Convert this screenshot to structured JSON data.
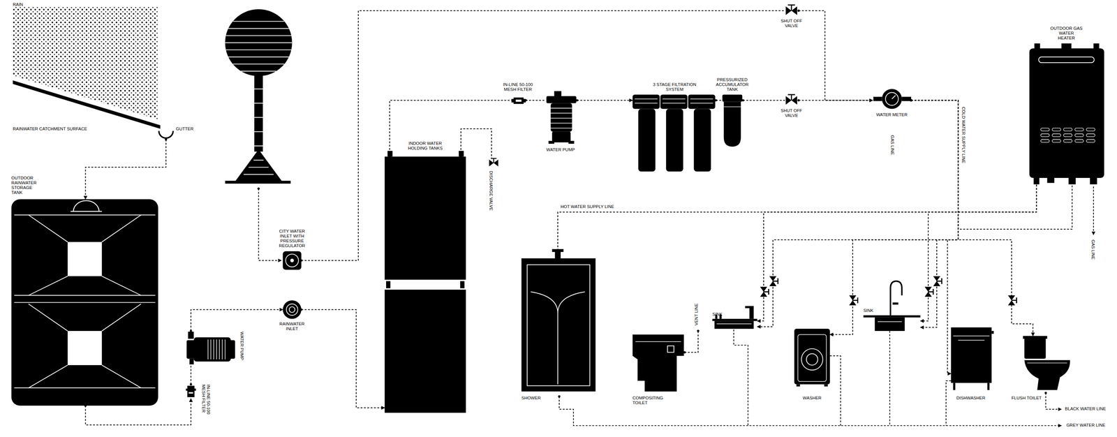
{
  "diagram": {
    "nodes": [
      {
        "text": [
          "GUTTER"
        ]
      },
      {
        "text": [
          "OUTDOOR RAINWATER STORAGE TANK"
        ]
      },
      {
        "text": [
          "IN-LINE 50-100 MESH FILTER"
        ]
      },
      {
        "text": [
          "WATER PUMP"
        ]
      },
      {
        "text": [
          "RAINWATER INLET"
        ]
      },
      {
        "text": [
          "CITY WATER INLET WITH PRESSURE REGULATOR"
        ]
      },
      {
        "text": [
          "INDOOR WATER HOLDING TANKS"
        ]
      },
      {
        "text": [
          "DISCHARGE VALVE"
        ]
      },
      {
        "text": [
          "IN-LINE 50-100 MESH FILTER"
        ]
      },
      {
        "text": [
          "WATER PUMP"
        ]
      },
      {
        "text": [
          "3 STAGE FILTRATION SYSTEM"
        ]
      },
      {
        "text": [
          "PRESSURIZED ACCUMULATOR TANK"
        ]
      },
      {
        "text": [
          "SHUT OFF VALVE"
        ]
      },
      {
        "text": [
          "SHUT OFF VALVE"
        ]
      },
      {
        "text": [
          "WATER METER"
        ]
      },
      {
        "text": [
          "OUTDOOR GAS WATER HEATER"
        ]
      },
      {
        "text": [
          "SHOWER"
        ]
      },
      {
        "text": [
          "COMPOSITING TOILET"
        ]
      },
      {
        "text": [
          "SINK"
        ]
      },
      {
        "text": [
          "WASHER"
        ]
      },
      {
        "text": [
          "SINK"
        ]
      },
      {
        "text": [
          "DISHWASHER"
        ]
      },
      {
        "text": [
          "FLUSH TOILET"
        ]
      }
    ],
    "edges": [
      {
        "from": 0,
        "to": 1,
        "arrow": "to"
      },
      {
        "from": 1,
        "to": 2,
        "arrow": "to"
      },
      {
        "from": 2,
        "to": 3,
        "arrow": "none"
      },
      {
        "from": 3,
        "to": 4,
        "arrow": "to"
      },
      {
        "from": 4,
        "to": 6,
        "arrow": "to"
      },
      {
        "from": 5,
        "to": 13,
        "arrow": "none"
      },
      {
        "from": 6,
        "to": 8,
        "arrow": "none"
      },
      {
        "from": 6,
        "to": 7,
        "arrow": "none"
      },
      {
        "from": 8,
        "to": 9,
        "arrow": "none"
      },
      {
        "from": 9,
        "to": 10,
        "arrow": "to"
      },
      {
        "from": 10,
        "to": 11,
        "arrow": "none"
      },
      {
        "from": 11,
        "to": 12,
        "arrow": "none"
      },
      {
        "from": 12,
        "to": 14,
        "arrow": "to"
      },
      {
        "from": 13,
        "to": 14,
        "arrow": "to"
      },
      {
        "from": 14,
        "to": 15,
        "arrow": "to"
      },
      {
        "from": 14,
        "to": 18,
        "arrow": "to"
      },
      {
        "from": 14,
        "to": 19,
        "arrow": "to"
      },
      {
        "from": 14,
        "to": 20,
        "arrow": "to"
      },
      {
        "from": 14,
        "to": 21,
        "arrow": "to"
      },
      {
        "from": 14,
        "to": 22,
        "arrow": "to"
      },
      {
        "from": 15,
        "to": 16,
        "arrow": "to"
      },
      {
        "from": 15,
        "to": 18,
        "arrow": "to"
      },
      {
        "from": 15,
        "to": 20,
        "arrow": "to"
      }
    ],
    "labels": [
      "RAIN",
      "RAINWATER CATCHMENT SURFACE",
      "GAS LINE",
      "COLD WATER SUPPLY LINE",
      "GAS LINE",
      "HOT WATER SUPPLY LINE",
      "VENT LINE",
      "BLACK WATER LINE",
      "GREY WATER LINE"
    ]
  }
}
